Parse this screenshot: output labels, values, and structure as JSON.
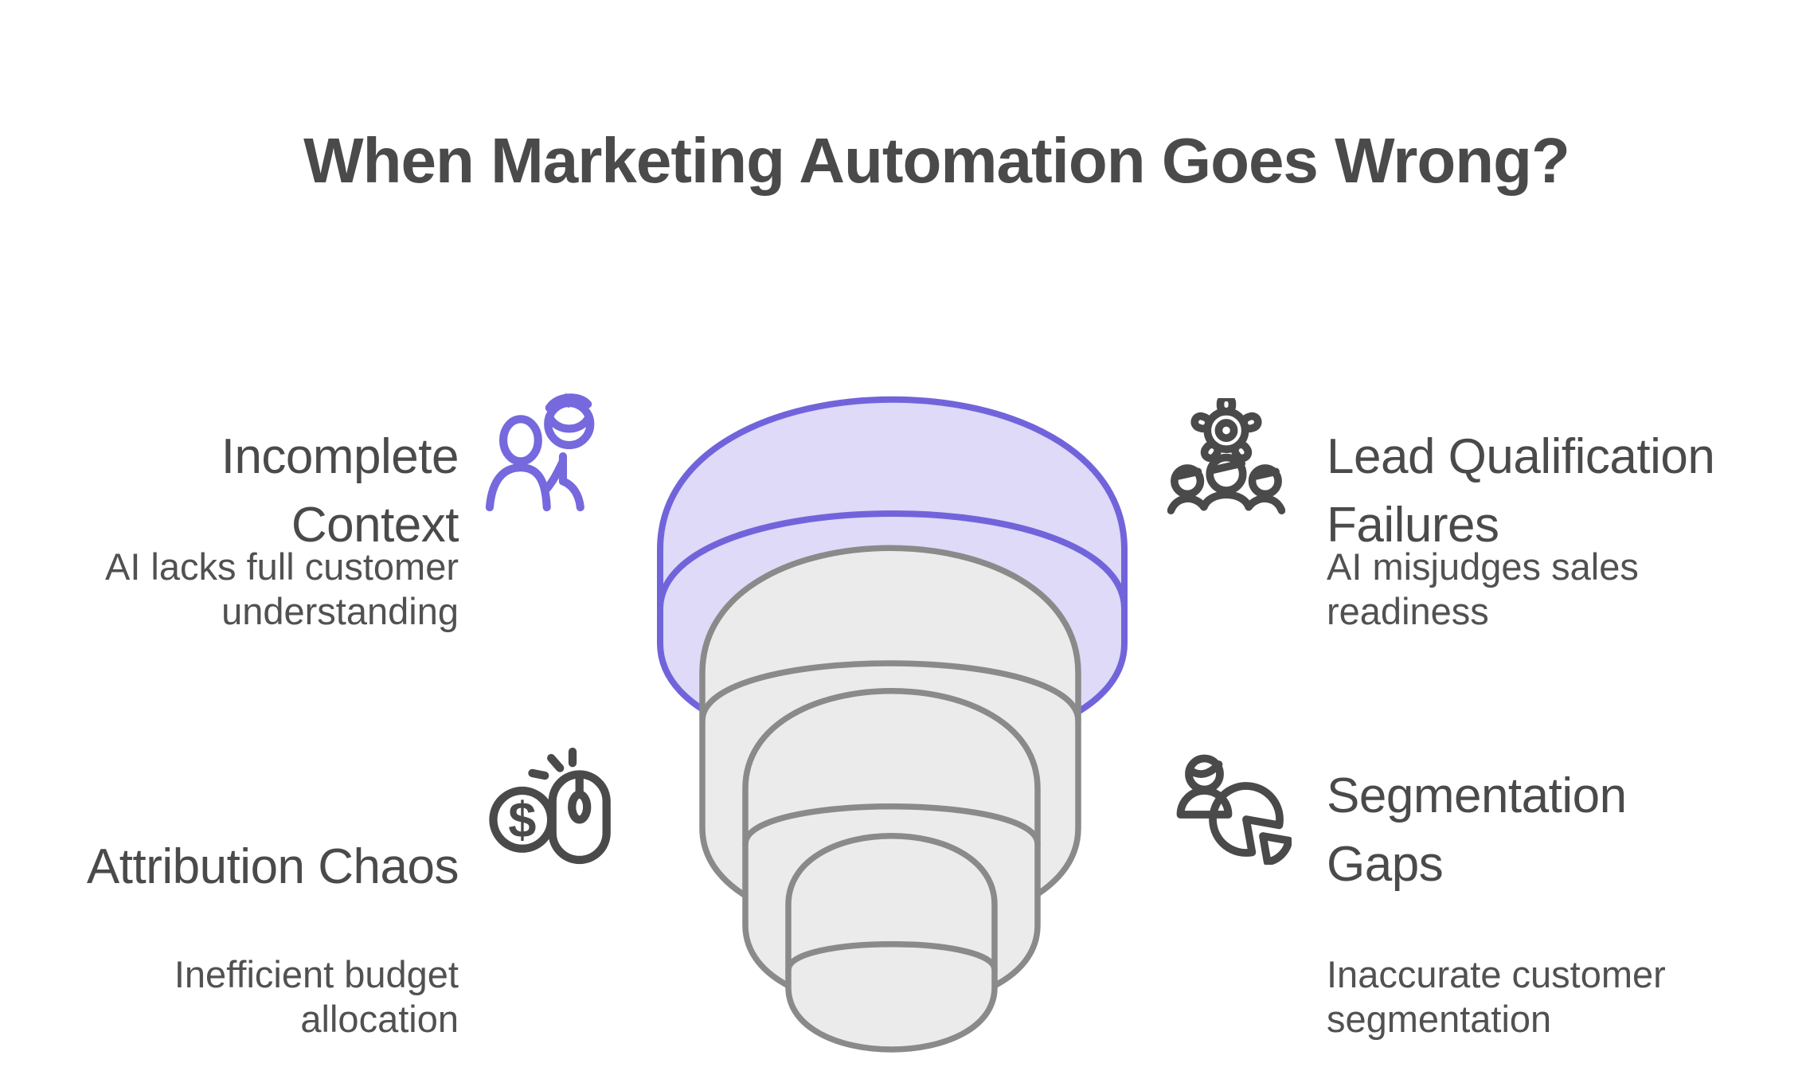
{
  "page": {
    "title": "When Marketing Automation Goes Wrong?",
    "background": "#FFFFFF"
  },
  "colors": {
    "accent_purple_stroke": "#7164DB",
    "accent_purple_fill": "#DEDAF7",
    "accent_purple_icon": "#7668DD",
    "gray_stroke": "#8A8A8A",
    "gray_fill": "#EBEBEB",
    "title_text": "#4A4A4A",
    "body_text": "#515151"
  },
  "funnel": {
    "type": "stacked-funnel-cylinders",
    "layer_count": 4,
    "layers": [
      {
        "position": "top",
        "fill": "#DEDAF7",
        "stroke": "#7164DB"
      },
      {
        "position": "second",
        "fill": "#EBEBEB",
        "stroke": "#8A8A8A"
      },
      {
        "position": "third",
        "fill": "#EBEBEB",
        "stroke": "#8A8A8A"
      },
      {
        "position": "bottom",
        "fill": "#EBEBEB",
        "stroke": "#8A8A8A"
      }
    ]
  },
  "sections": {
    "top_left": {
      "icon": "person-sync-icon",
      "title": "Incomplete Context",
      "title_lines": [
        "Incomplete",
        "Context"
      ],
      "subtitle": "AI lacks full customer understanding",
      "subtitle_lines": [
        "AI lacks full customer",
        "understanding"
      ]
    },
    "top_right": {
      "icon": "gear-people-icon",
      "title": "Lead Qualification Failures",
      "title_lines": [
        "Lead Qualification",
        "Failures"
      ],
      "subtitle": "AI misjudges sales readiness",
      "subtitle_lines": [
        "AI misjudges sales",
        "readiness"
      ]
    },
    "bottom_left": {
      "icon": "dollar-mouse-icon",
      "title": "Attribution Chaos",
      "title_lines": [
        "Attribution Chaos"
      ],
      "subtitle": "Inefficient budget allocation",
      "subtitle_lines": [
        "Inefficient budget",
        "allocation"
      ]
    },
    "bottom_right": {
      "icon": "person-pie-icon",
      "title": "Segmentation Gaps",
      "title_lines": [
        "Segmentation",
        "Gaps"
      ],
      "subtitle": "Inaccurate customer segmentation",
      "subtitle_lines": [
        "Inaccurate customer",
        "segmentation"
      ]
    }
  }
}
